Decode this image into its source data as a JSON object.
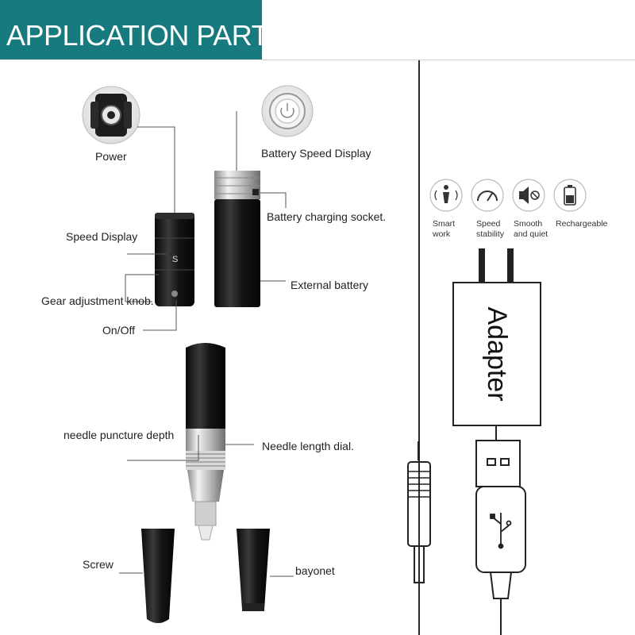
{
  "banner": {
    "title": "APPLICATION PARTS",
    "color": "#177a7e"
  },
  "labels": {
    "power": "Power",
    "battery_speed_display": "Battery Speed Display",
    "battery_charging_socket": "Battery charging socket.",
    "speed_display": "Speed Display",
    "external_battery": "External battery",
    "gear_adjustment_knob": "Gear adjustment knob.",
    "on_off": "On/Off",
    "needle_puncture_depth": "needle puncture depth",
    "needle_length_dial": "Needle length dial.",
    "screw": "Screw",
    "bayonet": "bayonet"
  },
  "features": [
    {
      "icon": "person-icon",
      "label": "Smart\nwork"
    },
    {
      "icon": "speedometer-icon",
      "label": "Speed\nstability"
    },
    {
      "icon": "speaker-mute-icon",
      "label": "Smooth\nand quiet"
    },
    {
      "icon": "battery-icon",
      "label": "Rechargeable"
    }
  ],
  "adapter": {
    "label": "Adapter"
  },
  "device_marks": {
    "gear_letter": "S"
  }
}
